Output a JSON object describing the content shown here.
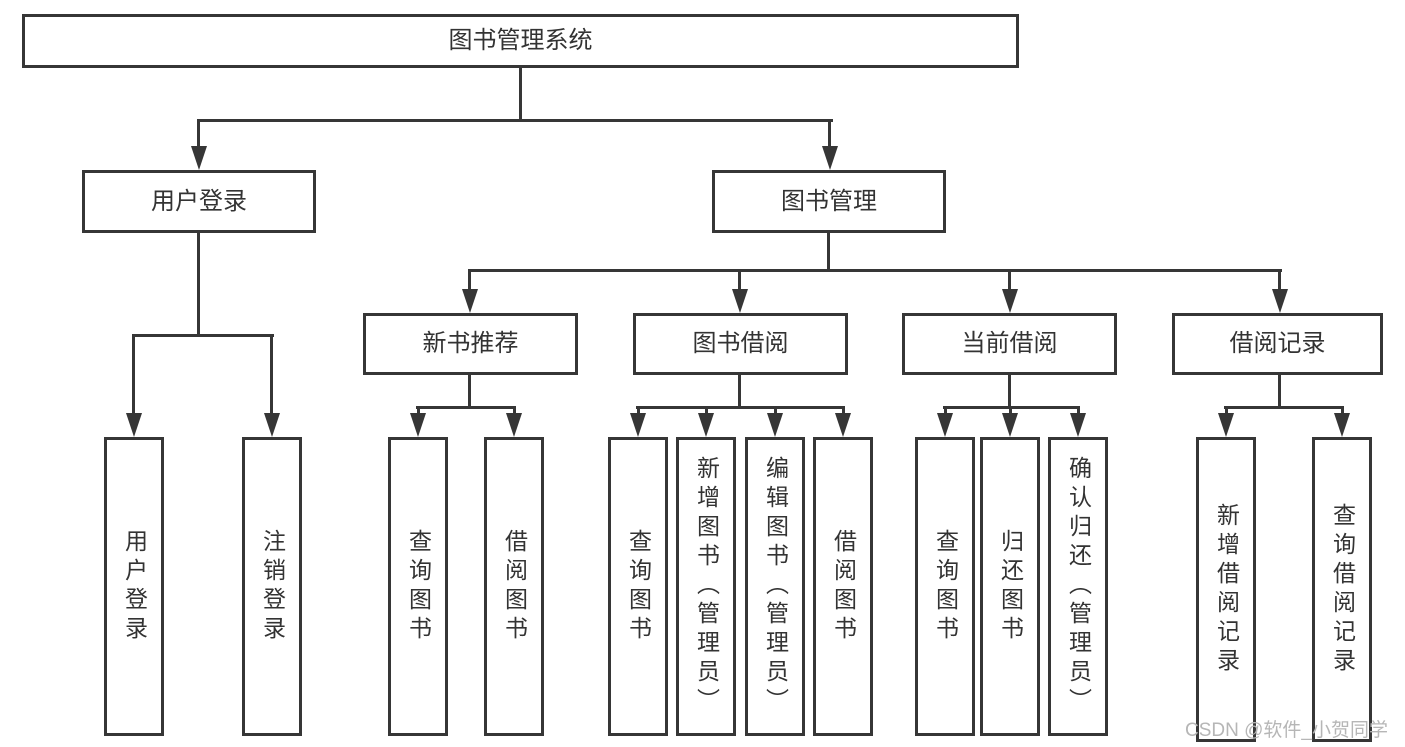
{
  "nodes": {
    "root": "图书管理系统",
    "l2": [
      "用户登录",
      "图书管理"
    ],
    "l3": [
      "新书推荐",
      "图书借阅",
      "当前借阅",
      "借阅记录"
    ],
    "l4_login": [
      "用户登录",
      "注销登录"
    ],
    "l4_recommend": [
      "查询图书",
      "借阅图书"
    ],
    "l4_borrow": [
      "查询图书",
      "新增图书（管理员）",
      "编辑图书（管理员）",
      "借阅图书"
    ],
    "l4_current": [
      "查询图书",
      "归还图书",
      "确认归还（管理员）"
    ],
    "l4_records": [
      "新增借阅记录",
      "查询借阅记录"
    ]
  },
  "watermark": "CSDN @软件_小贺同学",
  "colors": {
    "line": "#363636",
    "text": "#333333",
    "watermark": "#b6b6b6",
    "background": "#ffffff"
  }
}
